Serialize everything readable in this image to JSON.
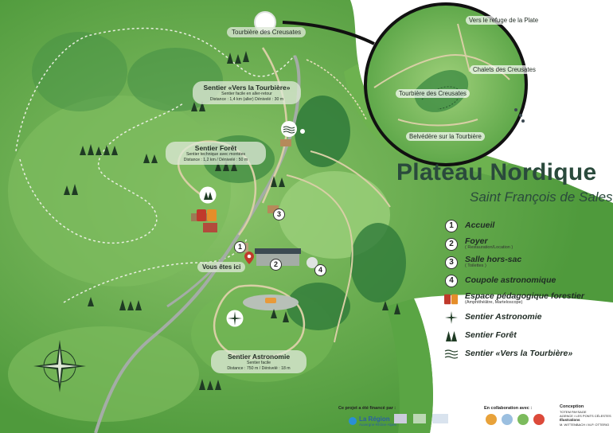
{
  "title": "Plateau Nordique",
  "subtitle": "Saint François de Sales",
  "map_labels": {
    "tourbiere": "Tourbière des Creusates",
    "vous_etes_ici": "Vous êtes ici"
  },
  "trails": {
    "tourbiere": {
      "name": "Sentier «Vers la Tourbière»",
      "line1": "Sentier facile en aller-retour",
      "line2": "Distance : 1,4 km (aller) Dénivelé : 30 m"
    },
    "foret": {
      "name": "Sentier Forêt",
      "line1": "Sentier technique avec montées",
      "line2": "Distance : 1,2 km / Dénivelé : 50 m"
    },
    "astronomie": {
      "name": "Sentier Astronomie",
      "line1": "Sentier facile",
      "line2": "Distance : 750 m / Dénivelé : 18 m"
    }
  },
  "markers": [
    "1",
    "2",
    "3",
    "4"
  ],
  "inset": {
    "refuge": "Vers le refuge de la Plate",
    "chalets": "Chalets des Creusates",
    "tourbiere": "Tourbière des Creusates",
    "belvedere": "Belvédère sur la Tourbière"
  },
  "legend": [
    {
      "num": "1",
      "label": "Accueil",
      "sub": ""
    },
    {
      "num": "2",
      "label": "Foyer",
      "sub": "( Restauration/Location )"
    },
    {
      "num": "3",
      "label": "Salle hors-sac",
      "sub": "( Toilettes )"
    },
    {
      "num": "4",
      "label": "Coupole astronomique",
      "sub": ""
    },
    {
      "icon": "forest-education-icon",
      "label": "Espace pédagogique forestier",
      "sub": "(Amphithéâtre, Marteloscope)"
    },
    {
      "icon": "star-icon",
      "label": "Sentier Astronomie",
      "sub": ""
    },
    {
      "icon": "tree-icon",
      "label": "Sentier Forêt",
      "sub": ""
    },
    {
      "icon": "water-icon",
      "label": "Sentier «Vers la Tourbière»",
      "sub": ""
    }
  ],
  "footer": {
    "funded": "Ce projet a été financé par :",
    "region": "La Région",
    "region_sub": "Auvergne-Rhône-Alpes",
    "collab": "En collaboration avec :",
    "conception": "Conception",
    "conception_l1": "TOTEM PAYSAGE",
    "conception_l2": "AGENCE / LES PONTS CÉLESTES",
    "illustrations": "Illustrations",
    "illustrations_l1": "M. WITTENBACH / M-P. OTTERIO"
  },
  "colors": {
    "grass": "#5da845",
    "grass_light": "#8cc46a",
    "forest": "#2f7a3a",
    "path": "#d8cfa5",
    "road": "#a4aca6",
    "title": "#2a4a3c"
  }
}
